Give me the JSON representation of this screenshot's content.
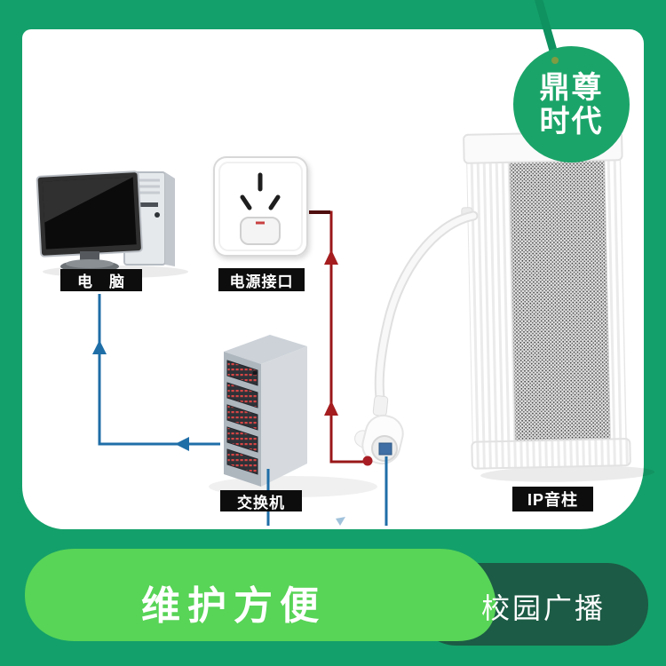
{
  "badge": {
    "line1": "鼎尊",
    "line2": "时代"
  },
  "diagram": {
    "computer_label": "电　脑",
    "power_label": "电源接口",
    "switch_label": "交换机",
    "speaker_label": "IP音柱"
  },
  "footer": {
    "feature": "维护方便",
    "category": "校园广播"
  },
  "colors": {
    "background_green": "#14a06a",
    "badge_green": "#1ba469",
    "bright_pill_green": "#58d457",
    "dark_pill_green": "#1c5b45",
    "connection_blue": "#1f6ea7",
    "connection_red": "#9a1718",
    "label_background": "#0d0d0d"
  }
}
